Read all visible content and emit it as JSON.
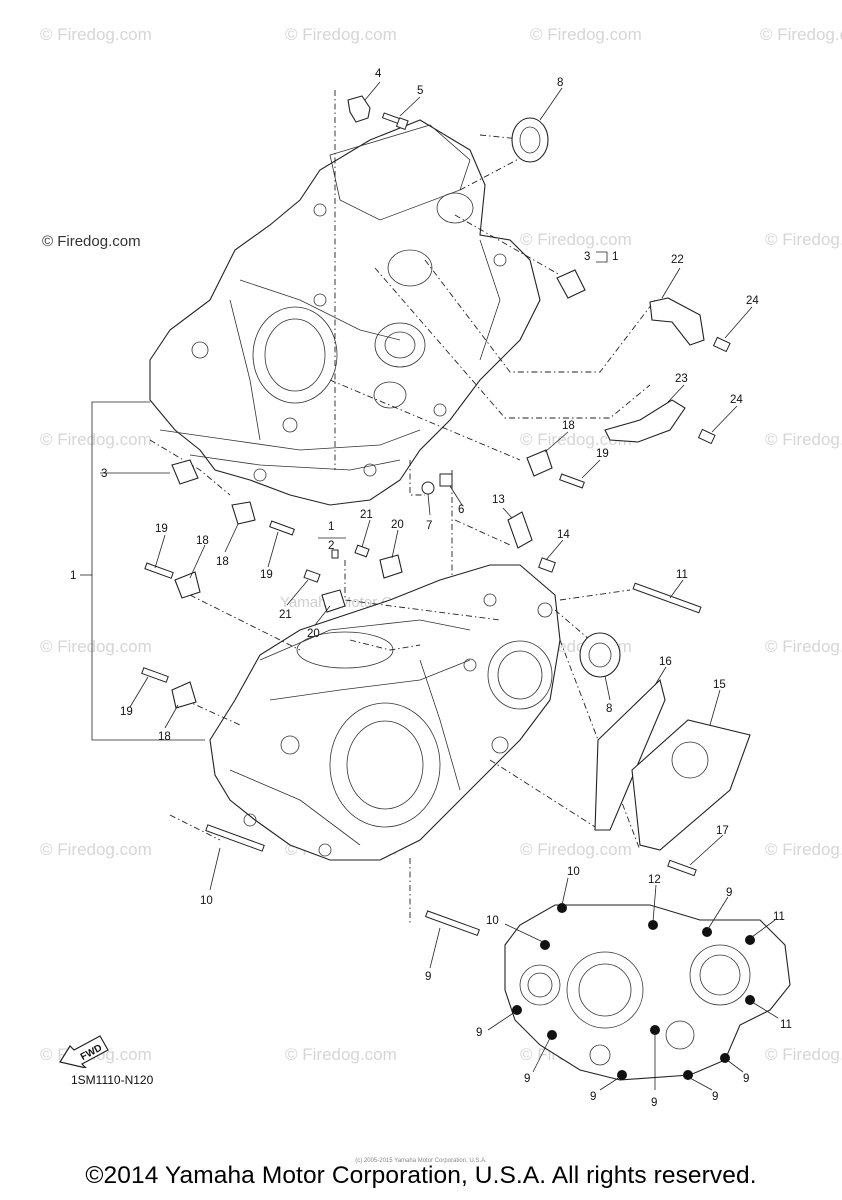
{
  "watermark_text": "© Firedog.com",
  "center_watermark": "Yamaha Motor Corp., U.S.A.",
  "diagram_code": "1SM1110-N120",
  "fwd_label": "FWD",
  "copyright": "©2014 Yamaha Motor Corporation, U.S.A. All rights reserved.",
  "tiny_copyright": "(c) 2005-2015 Yamaha Motor Corporation, U.S.A.",
  "callouts": {
    "c1a": "1",
    "c1b": "1",
    "c1c": "1",
    "c2": "2",
    "c3a": "3",
    "c3b": "3",
    "c4": "4",
    "c5": "5",
    "c6": "6",
    "c7": "7",
    "c8a": "8",
    "c8b": "8",
    "c9a": "9",
    "c9b": "9",
    "c9c": "9",
    "c9d": "9",
    "c9e": "9",
    "c9f": "9",
    "c9g": "9",
    "c9h": "9",
    "c10a": "10",
    "c10b": "10",
    "c10c": "10",
    "c11a": "11",
    "c11b": "11",
    "c11c": "11",
    "c12": "12",
    "c13": "13",
    "c14": "14",
    "c15": "15",
    "c16": "16",
    "c17": "17",
    "c18a": "18",
    "c18b": "18",
    "c18c": "18",
    "c19a": "19",
    "c19b": "19",
    "c19c": "19",
    "c19d": "19",
    "c20a": "20",
    "c20b": "20",
    "c21a": "21",
    "c21b": "21",
    "c22": "22",
    "c23": "23",
    "c24a": "24",
    "c24b": "24"
  }
}
